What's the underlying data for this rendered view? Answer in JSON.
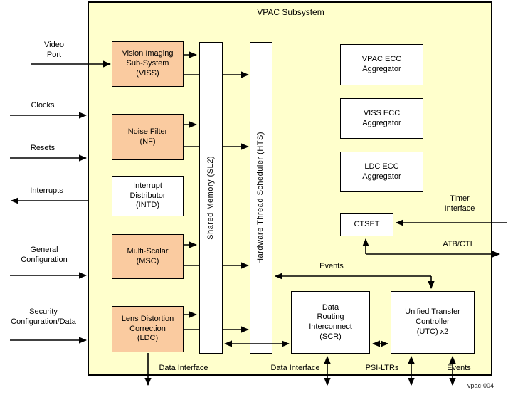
{
  "diagram": {
    "title": "VPAC Subsystem",
    "watermark": "vpac-004",
    "colors": {
      "container_fill": "#FFFFCC",
      "processing_block_fill": "#FACBA0",
      "infrastructure_block_fill": "#FFFFFF",
      "line_color": "#000000"
    },
    "blocks": {
      "viss": "Vision Imaging\nSub-System\n(VISS)",
      "nf": "Noise Filter\n(NF)",
      "intd": "Interrupt\nDistributor\n(INTD)",
      "msc": "Multi-Scalar\n(MSC)",
      "ldc": "Lens Distortion\nCorrection\n(LDC)",
      "sl2": "Shared Memory (SL2)",
      "hts": "Hardware Thread Scheduler (HTS)",
      "vpac_ecc": "VPAC ECC\nAggregator",
      "viss_ecc": "VISS ECC\nAggregator",
      "ldc_ecc": "LDC ECC\nAggregator",
      "ctset": "CTSET",
      "scr": "Data\nRouting\nInterconnect\n(SCR)",
      "utc": "Unified Transfer\nController\n(UTC) x2"
    },
    "ports": {
      "video_port": "Video\nPort",
      "clocks": "Clocks",
      "resets": "Resets",
      "interrupts": "Interrupts",
      "general_configuration": "General\nConfiguration",
      "security_configuration": "Security\nConfiguration/Data",
      "timer_interface": "Timer\nInterface",
      "atb_cti": "ATB/CTI",
      "events_internal": "Events",
      "data_interface_ldc": "Data Interface",
      "data_interface_scr": "Data Interface",
      "psi_ltrs": "PSI-LTRs",
      "events_bottom": "Events"
    }
  }
}
